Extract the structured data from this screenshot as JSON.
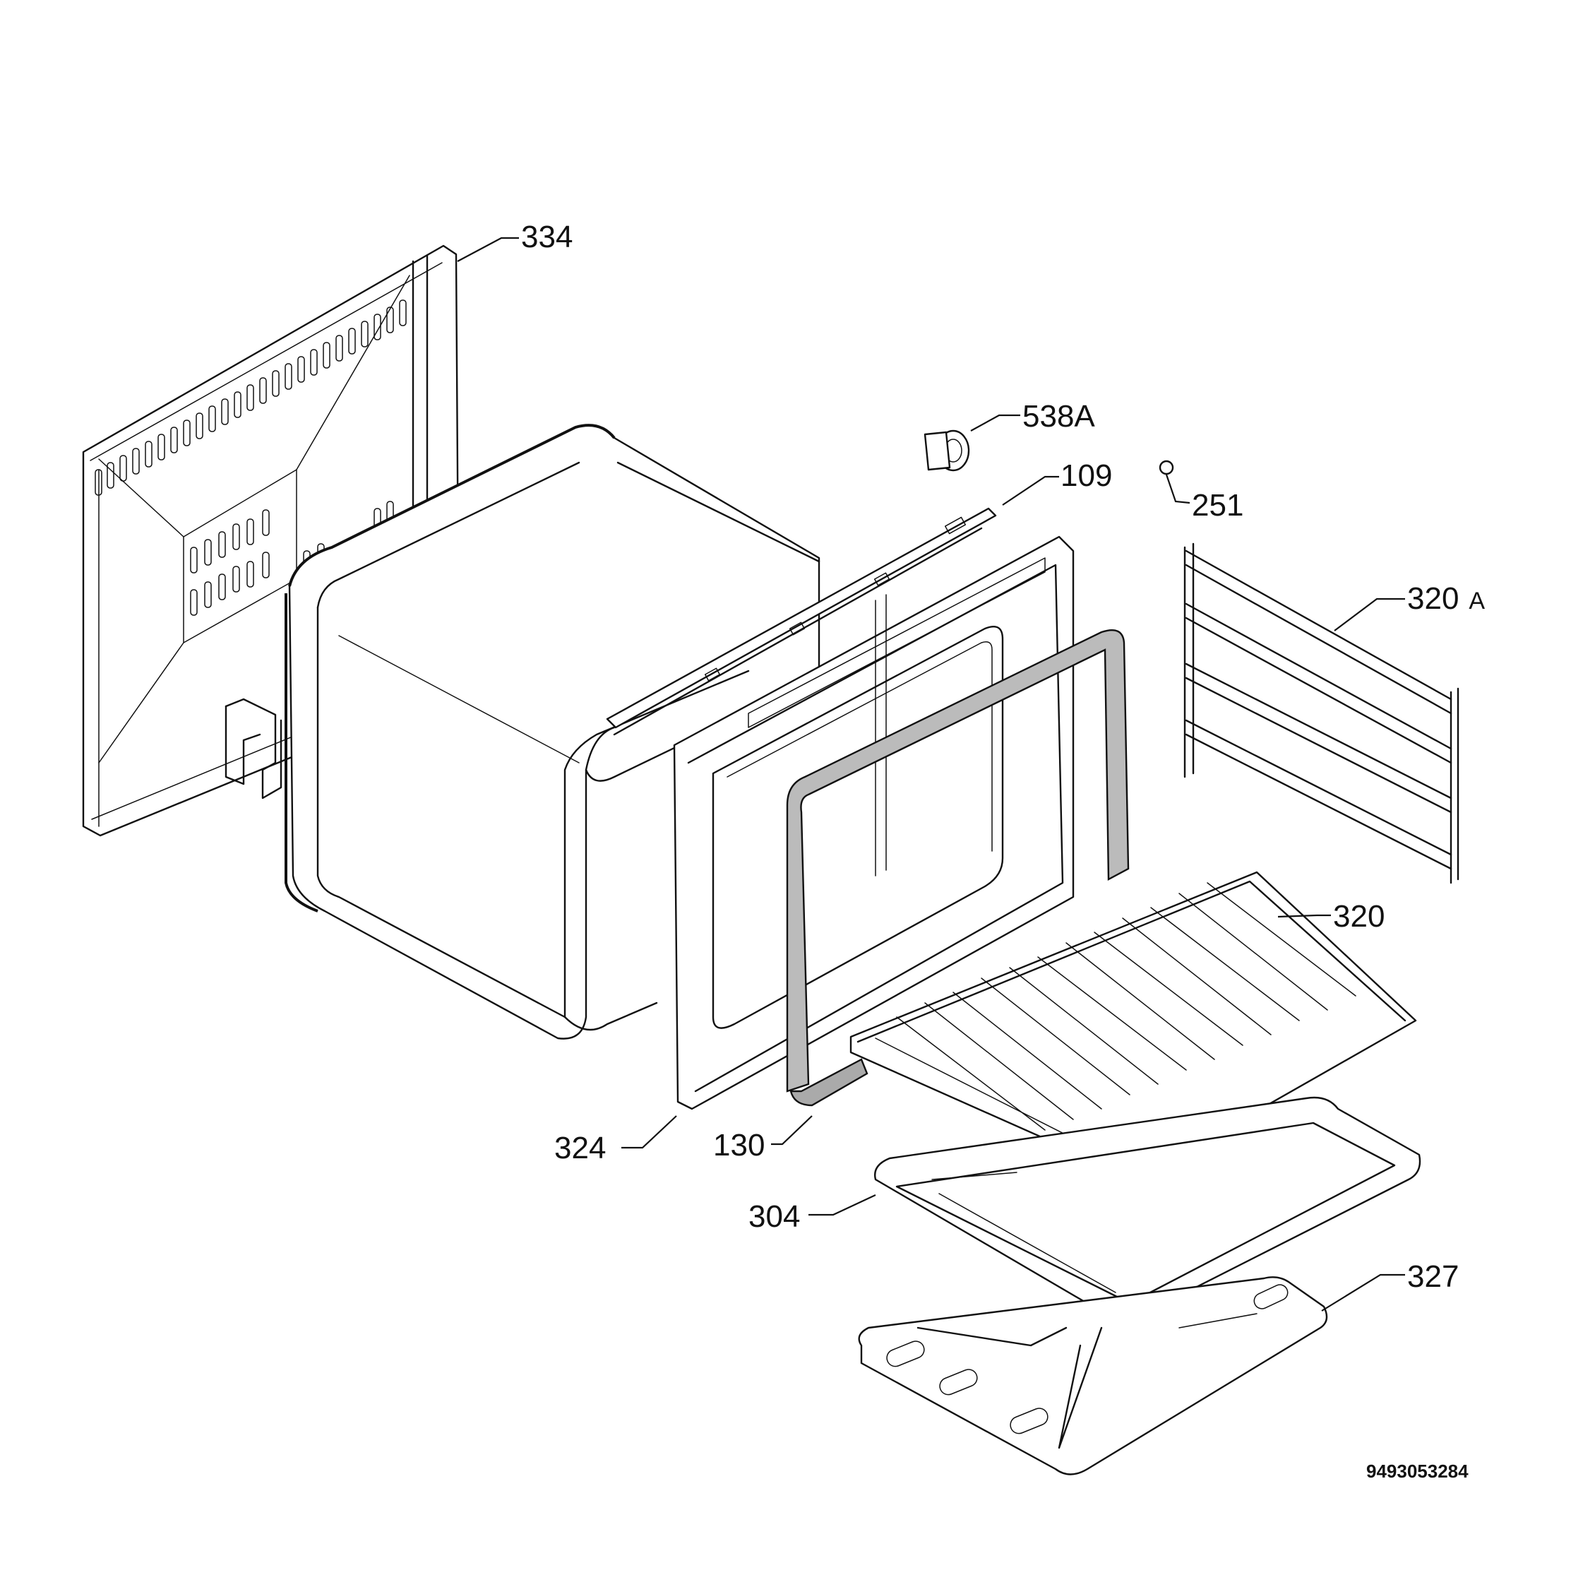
{
  "diagram": {
    "reference_code": "9493053284",
    "parts": [
      {
        "id": "rear-panel",
        "label": "334"
      },
      {
        "id": "fan-cover-grommet",
        "label": "538A"
      },
      {
        "id": "front-trim-strip",
        "label": "109"
      },
      {
        "id": "lamp-cover",
        "label": "251"
      },
      {
        "id": "side-shelf-runner",
        "label": "320",
        "suffix": "A"
      },
      {
        "id": "wire-shelf",
        "label": "320"
      },
      {
        "id": "oven-front-frame",
        "label": "324"
      },
      {
        "id": "door-seal",
        "label": "130"
      },
      {
        "id": "baking-tray",
        "label": "304"
      },
      {
        "id": "bottom-plate",
        "label": "327"
      }
    ]
  }
}
